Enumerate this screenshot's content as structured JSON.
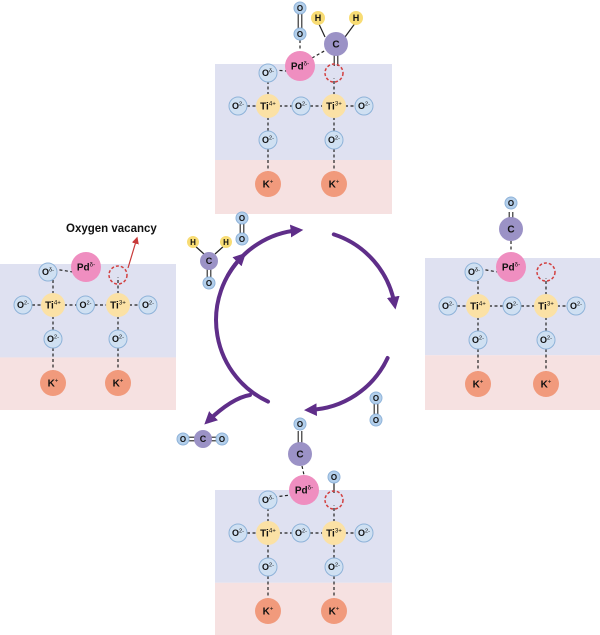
{
  "colors": {
    "panel_blue": "#dfe1f1",
    "panel_pink": "#f6e1e1",
    "k_ion": "#f19a7c",
    "ti_ion": "#fbe1a5",
    "pd_atom": "#ef8ec0",
    "carbon": "#9b92c6",
    "hydrogen": "#f8dc74",
    "o_light": "#cfe0f2",
    "o_mid": "#b3cfeb",
    "o_stroke": "#8fb3d9",
    "cycle_arrow": "#5f2e89",
    "vacancy": "#d24040",
    "label_arrow": "#c83a3a",
    "text": "#111111"
  },
  "labels": {
    "oxygen_vacancy": "Oxygen vacancy",
    "pd": "Pd",
    "pd_charge": "δ-",
    "ti": "Ti",
    "ti4_charge": "4+",
    "ti3_charge": "3+",
    "o": "O",
    "o2_charge": "2-",
    "o_delta_charge": "δ-",
    "k": "K",
    "k_charge": "+",
    "c": "C",
    "h": "H"
  },
  "panels": [
    {
      "id": "top",
      "state": "formaldehyde-adsorbed",
      "adsorbate": "HCHO"
    },
    {
      "id": "right",
      "state": "co-adsorbed",
      "adsorbate": "CO"
    },
    {
      "id": "bottom",
      "state": "co-and-o2-adsorbed",
      "adsorbate": "CO + O2"
    },
    {
      "id": "left",
      "state": "oxygen-vacancy",
      "adsorbate": ""
    }
  ],
  "floating_molecules": [
    "HCHO",
    "O2",
    "O2",
    "CO2"
  ]
}
